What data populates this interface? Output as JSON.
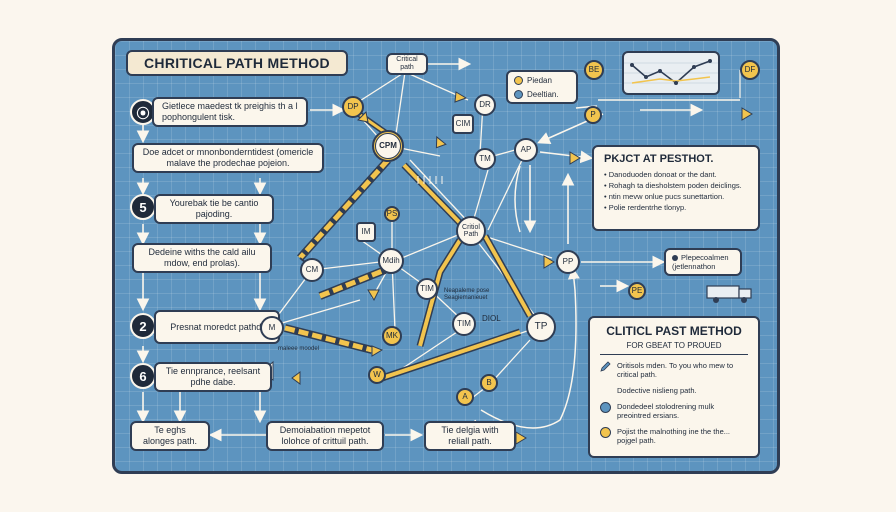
{
  "title": "CHRITICAL PATH METHOD",
  "left_steps": [
    {
      "badge": "⦿",
      "text": "Gietlece maedest tk preighis th a l pophongulent tisk."
    },
    {
      "badge": "",
      "text": "Doe adcet or mnonbonderntidest (omericle malave the prodechae pojeion."
    },
    {
      "badge": "5",
      "text": "Yourebak tie be cantio pajoding."
    },
    {
      "badge": "",
      "text": "Dedeine withs the cald ailu mdow, end prolas)."
    },
    {
      "badge": "2",
      "text": "Presnat moredct pathd."
    },
    {
      "badge": "6",
      "text": "Tie ennprance, reelsant pdhe dabe."
    }
  ],
  "bottom_boxes": [
    "Te eghs alonges path.",
    "Demoiabation mepetot lolohce of crittuil path.",
    "Tie delgia with reliall path."
  ],
  "nodes": {
    "critical_path_top": "Critical path",
    "cpm_main": "CPM",
    "dp": "DP",
    "dr": "DR",
    "cim": "CIM",
    "tm_top": "TM",
    "ap": "AP",
    "p_top": "P",
    "be": "BE",
    "df": "DF",
    "pp": "PP",
    "pe": "PE",
    "cm": "CM",
    "m": "M",
    "ps": "PS",
    "im": "IM",
    "mid": "Mdih",
    "tm_mid": "TIM",
    "critical_path_mid": "Critiol Path",
    "tim2": "TIM",
    "mk": "MK",
    "w": "W",
    "b": "B",
    "a": "A",
    "tp": "TP"
  },
  "legend_small": [
    "Piedan",
    "Deeltian."
  ],
  "scribbles": [
    "DIOL",
    "Neapaleme pose Seagiemanieuet",
    "maleee moodel"
  ],
  "project_panel": {
    "title": "PKJCT AT PESTHOT.",
    "bullets": [
      "Danoduoden donoat or the dant.",
      "Rohagh ta diesholstem poden deiclings.",
      "ntin mevw onlue pucs sunettartion.",
      "Polie rerdentrhe tlonyp."
    ]
  },
  "info_box": [
    "Plepecoalmen",
    "(jetlennathon"
  ],
  "method_panel": {
    "title": "CLITICL PAST METHOD",
    "subtitle": "FOR GBEAT TO PROUED",
    "items": [
      {
        "icon": "pencil",
        "text": "Oritisols mden. To you who mew to critical path."
      },
      {
        "icon": "none",
        "text": "Dodective nislieng path."
      },
      {
        "icon": "blue-dot",
        "text": "Dondedeel stolodrening mulk preointred ersians."
      },
      {
        "icon": "yellow-dot",
        "text": "Pojist the malnothing ine the the... pojgel path."
      }
    ]
  },
  "colors": {
    "board": "#5d94bf",
    "ink": "#2f3d54",
    "paper": "#fbf6ec",
    "highlight": "#f2c44e"
  }
}
